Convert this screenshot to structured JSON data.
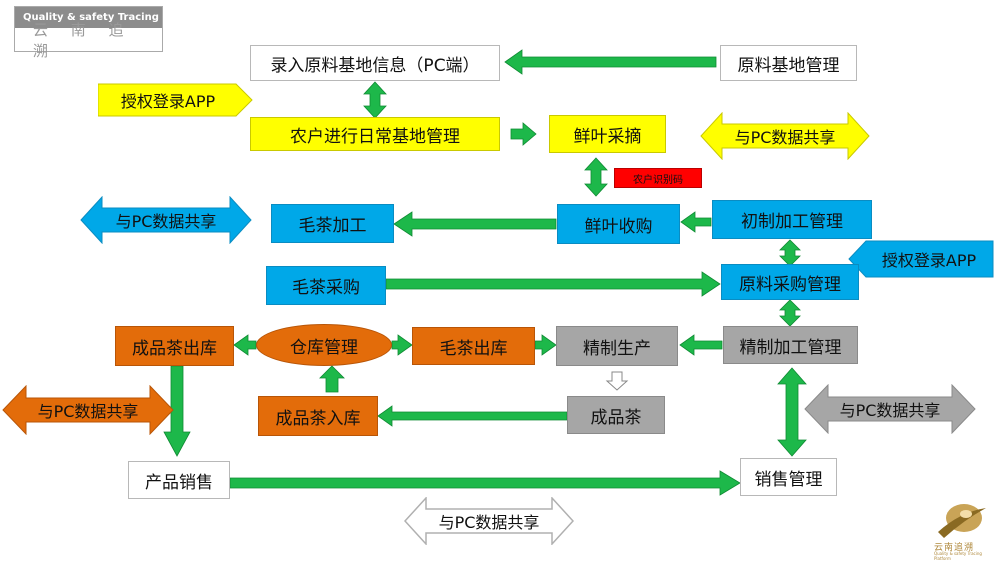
{
  "header": {
    "title": "Quality & safety  Tracing",
    "subtitle": "云 南 追 溯"
  },
  "boxes": {
    "base_info": "录入原料基地信息（PC端）",
    "base_mgmt": "原料基地管理",
    "daily_mgmt": "农户进行日常基地管理",
    "fresh_pick": "鲜叶采摘",
    "farmer_code": "农户识别码",
    "maocha_process": "毛茶加工",
    "fresh_buy": "鲜叶收购",
    "initial_process": "初制加工管理",
    "maocha_buy": "毛茶采购",
    "material_buy": "原料采购管理",
    "finished_out": "成品茶出库",
    "warehouse": "仓库管理",
    "maocha_out": "毛茶出库",
    "refine_prod": "精制生产",
    "refine_mgmt": "精制加工管理",
    "finished_in": "成品茶入库",
    "finished_tea": "成品茶",
    "product_sales": "产品销售",
    "sales_mgmt": "销售管理"
  },
  "tags": {
    "auth_login_1": "授权登录APP",
    "auth_login_2": "授权登录APP",
    "share_1": "与PC数据共享",
    "share_2": "与PC数据共享",
    "share_3": "与PC数据共享",
    "share_4": "与PC数据共享",
    "share_5": "与PC数据共享"
  },
  "logo": {
    "text": "云南追溯",
    "sub": "Quality & safety Tracing Platform"
  },
  "colors": {
    "arrow": "#1db84a",
    "yellow": "#ffff00",
    "blue": "#00a8e8",
    "orange": "#e36c0a",
    "gray": "#a6a6a6",
    "red": "#ff0000"
  }
}
